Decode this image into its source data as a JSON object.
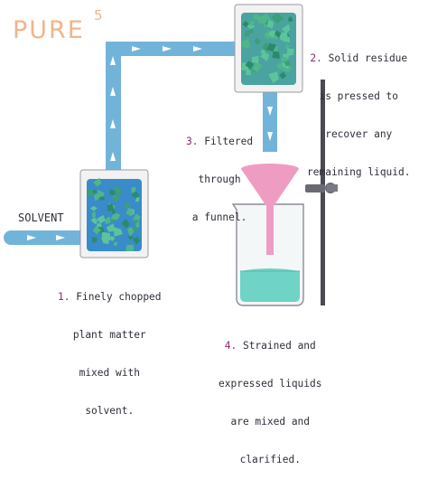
{
  "logo": {
    "text": "PURE",
    "superscript": "5"
  },
  "solvent_label": "SOLVENT",
  "steps": [
    {
      "number": "1.",
      "text_lines": [
        "Finely chopped",
        "plant matter",
        "mixed with",
        "solvent."
      ]
    },
    {
      "number": "2.",
      "text_lines": [
        "Solid residue",
        "is pressed to",
        "recover any",
        "remaining liquid."
      ]
    },
    {
      "number": "3.",
      "text_lines": [
        "Filtered",
        "through",
        "a funnel."
      ]
    },
    {
      "number": "4.",
      "text_lines": [
        "Strained and",
        "expressed liquids",
        "are mixed and",
        "clarified."
      ]
    }
  ],
  "colors": {
    "pipe": "#72b4d9",
    "arrow": "#ffffff",
    "container_fill": "#3a8bc9",
    "plant_dark": "#2d8a68",
    "plant_light": "#4fb58a",
    "funnel": "#ef9cc3",
    "liquid": "#6fd3c6",
    "stand": "#4a4a55",
    "step_number": "#8a2b6e",
    "logo": "#f2b48a"
  },
  "icons": [
    "solvent-pipe",
    "mixing-container",
    "press-container",
    "filter-funnel",
    "beaker",
    "ring-stand"
  ]
}
